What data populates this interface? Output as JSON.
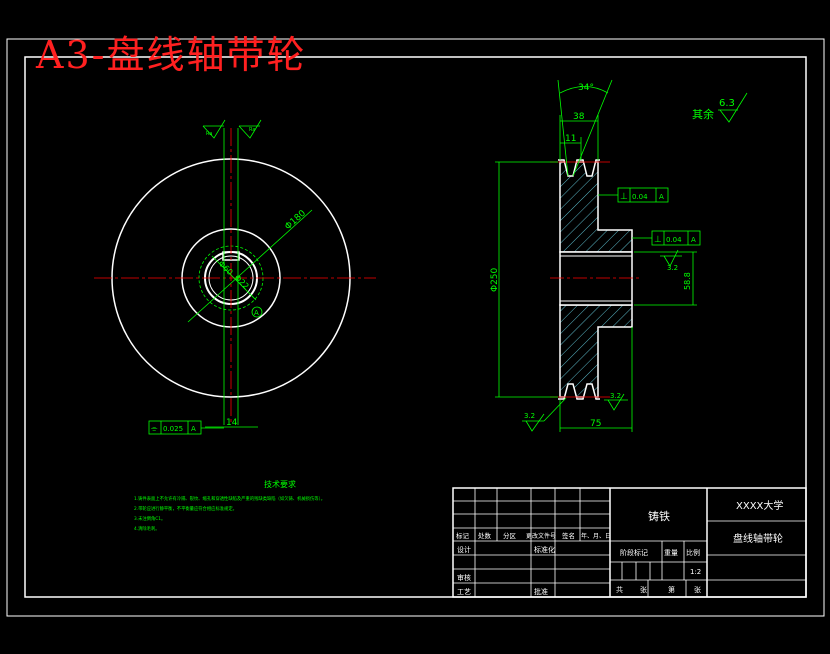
{
  "sheet_title": "A3-盘线轴带轮",
  "colors": {
    "background": "#000000",
    "outline": "#ffffff",
    "dimension": "#00ff00",
    "centerline": "#ff0000",
    "title": "#ff2020"
  },
  "front_view": {
    "dia_outer": "Φ180",
    "dia_hub": "Φ60",
    "dia_bore": "Φ22",
    "keyway_width": "14",
    "section_marker": "A",
    "tolerance_symbol": "⌯",
    "tolerance_value": "0.025",
    "tolerance_datum": "A",
    "keyway_note_left": "Ra",
    "keyway_note_right": "Ra"
  },
  "side_view": {
    "groove_angle": "34°",
    "dim_38": "38",
    "dim_11": "11",
    "dia_pitch": "Φ250",
    "dim_75": "75",
    "dim_58": "58.8",
    "perp_symbol": "⊥",
    "perp_value": "0.04",
    "perp_datum": "A",
    "perp_symbol_2": "⊥",
    "perp_value_2": "0.04",
    "perp_datum_2": "A",
    "roughness_1": "3.2",
    "roughness_2": "3.2",
    "roughness_3": "3.2"
  },
  "surface_note": {
    "label": "其余",
    "value": "6.3"
  },
  "technical_requirements": {
    "heading": "技术要求",
    "items": [
      "1.铸件表面上不允许有冷隔、裂纹、缩孔和穿透性缺陷及严重的残缺类缺陷（如欠铸、机械损伤等）。",
      "2.带轮应进行静平衡，不平衡量应符合相应标准规定。",
      "3.未注倒角C1。",
      "4.清除毛刺。"
    ]
  },
  "title_block": {
    "material": "铸铁",
    "university": "XXXX大学",
    "part_name": "盘线轴带轮",
    "scale_label": "比例",
    "weight_label": "重量",
    "stage_label": "阶段标记",
    "scale_value": "1:2",
    "row_headers": [
      "标记",
      "处数",
      "分区",
      "更改文件号",
      "签名",
      "年、月、日"
    ],
    "design": "设计",
    "standardize": "标准化",
    "review": "审核",
    "process": "工艺",
    "approve": "批准",
    "sheet_info": [
      "共",
      "张",
      "第",
      "张"
    ]
  }
}
